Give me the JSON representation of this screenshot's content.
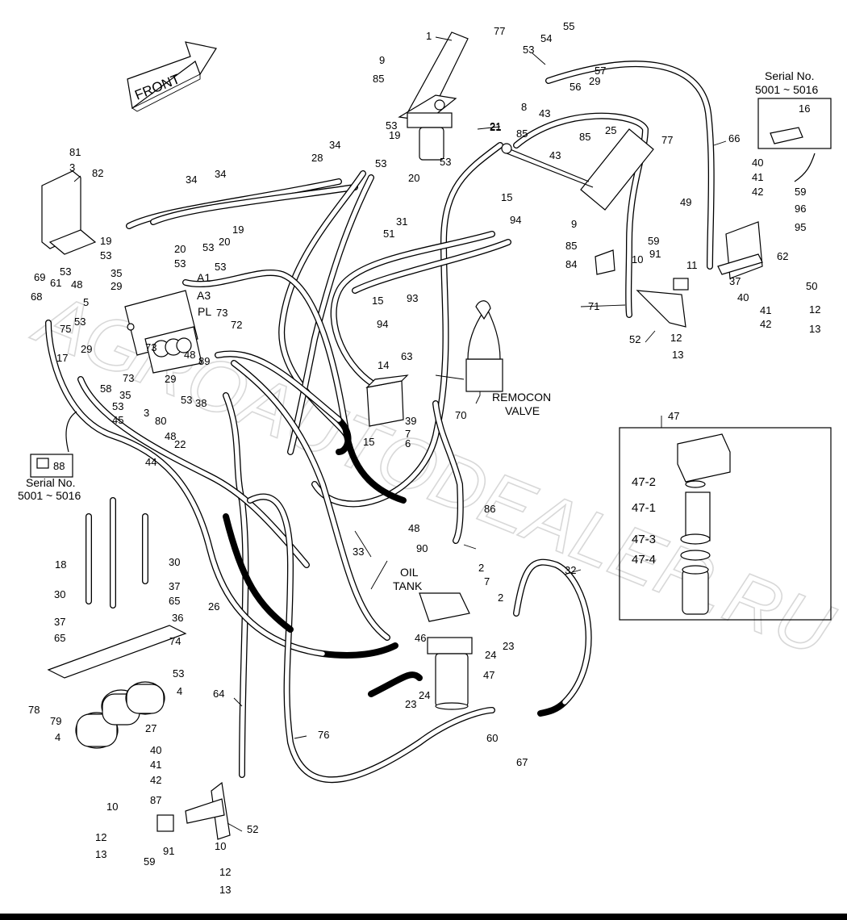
{
  "watermark": "AGROAUTODEALER.RU",
  "front_label": "FRONT",
  "labels": {
    "serial_top": "Serial No.",
    "serial_top_range": "5001 ~ 5016",
    "serial_left": "Serial No.",
    "serial_left_range": "5001 ~ 5016",
    "remocon": "REMOCON",
    "valve": "VALVE",
    "oil": "OIL",
    "tank": "TANK"
  },
  "callouts": [
    "1",
    "77",
    "9",
    "85",
    "53",
    "54",
    "55",
    "57",
    "56",
    "29",
    "53",
    "21",
    "8",
    "85",
    "43",
    "85",
    "43",
    "25",
    "77",
    "19",
    "20",
    "53",
    "53",
    "21",
    "34",
    "34",
    "34",
    "28",
    "81",
    "3",
    "82",
    "31",
    "15",
    "51",
    "94",
    "93",
    "15",
    "94",
    "66",
    "16",
    "40",
    "41",
    "42",
    "59",
    "96",
    "95",
    "49",
    "59",
    "91",
    "10",
    "11",
    "62",
    "50",
    "37",
    "71",
    "9",
    "85",
    "84",
    "12",
    "13",
    "40",
    "41",
    "42",
    "52",
    "12",
    "13",
    "19",
    "53",
    "35",
    "29",
    "5",
    "69",
    "61",
    "48",
    "53",
    "68",
    "75",
    "53",
    "29",
    "17",
    "58",
    "73",
    "73",
    "35",
    "3",
    "45",
    "53",
    "80",
    "44",
    "48",
    "22",
    "88",
    "20",
    "53",
    "53",
    "20",
    "19",
    "53",
    "A1",
    "A3",
    "PL",
    "73",
    "72",
    "48",
    "89",
    "29",
    "53",
    "38",
    "14",
    "63",
    "39",
    "7",
    "6",
    "15",
    "70",
    "47",
    "47-2",
    "47-1",
    "47-3",
    "47-4",
    "18",
    "30",
    "30",
    "37",
    "65",
    "36",
    "37",
    "65",
    "74",
    "53",
    "4",
    "4",
    "78",
    "79",
    "27",
    "26",
    "33",
    "86",
    "48",
    "90",
    "2",
    "7",
    "2",
    "32",
    "46",
    "23",
    "24",
    "24",
    "23",
    "47",
    "60",
    "67",
    "64",
    "76",
    "40",
    "41",
    "42",
    "87",
    "52",
    "10",
    "12",
    "13",
    "91",
    "59",
    "10",
    "12",
    "13"
  ]
}
